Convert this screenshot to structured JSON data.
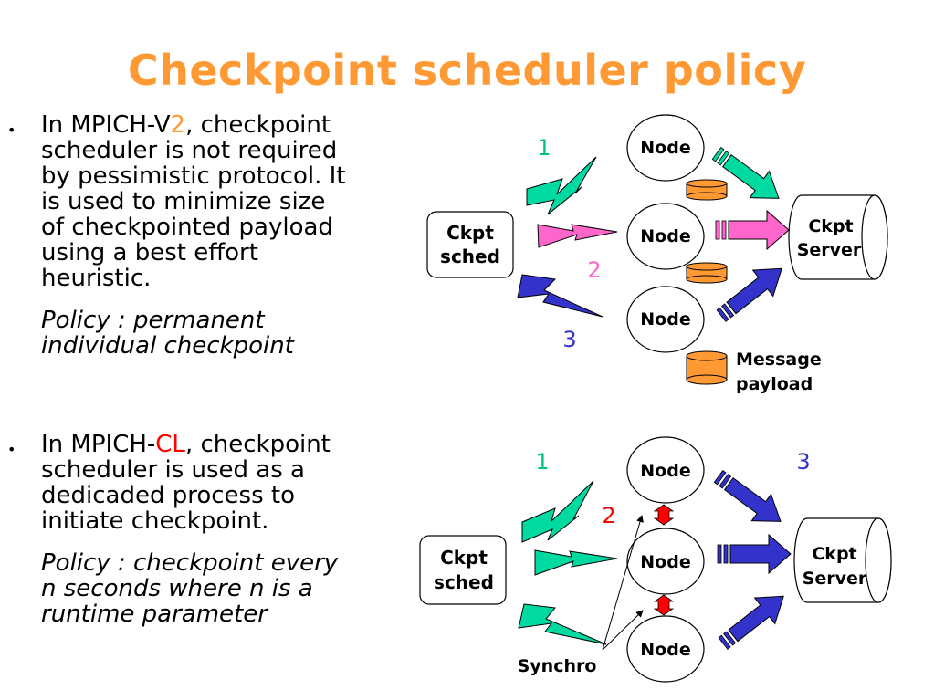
{
  "title": "Checkpoint scheduler policy",
  "bullets": [
    {
      "prefix": "In MPICH-V",
      "highlight": "2",
      "highlight_color": "#ff9933",
      "rest": ", checkpoint scheduler is not required by pessimistic protocol. It is used to minimize size of checkpointed payload using a best effort heuristic.",
      "policy": "Policy : permanent individual checkpoint"
    },
    {
      "prefix": "In MPICH-",
      "highlight": "CL",
      "highlight_color": "#ff0000",
      "rest": ", checkpoint scheduler is used as a dedicaded process to initiate checkpoint.",
      "policy": "Policy : checkpoint every n seconds where n is a runtime parameter"
    }
  ],
  "diagram_top": {
    "sched": [
      "Ckpt",
      "sched"
    ],
    "nodes": [
      "Node",
      "Node",
      "Node"
    ],
    "server": [
      "Ckpt",
      "Server"
    ],
    "step1": "1",
    "step2": "2",
    "step3": "3",
    "payload_label": [
      "Message",
      "payload"
    ]
  },
  "diagram_bottom": {
    "sched": [
      "Ckpt",
      "sched"
    ],
    "nodes": [
      "Node",
      "Node",
      "Node"
    ],
    "server": [
      "Ckpt",
      "Server"
    ],
    "step1": "1",
    "step2": "2",
    "step3": "3",
    "synchro": "Synchro"
  },
  "colors": {
    "title": "#ff9933",
    "teal": "#00d9a0",
    "pink": "#ff66cc",
    "blue": "#3333cc",
    "orange": "#ff9933",
    "red": "#ff0000"
  }
}
